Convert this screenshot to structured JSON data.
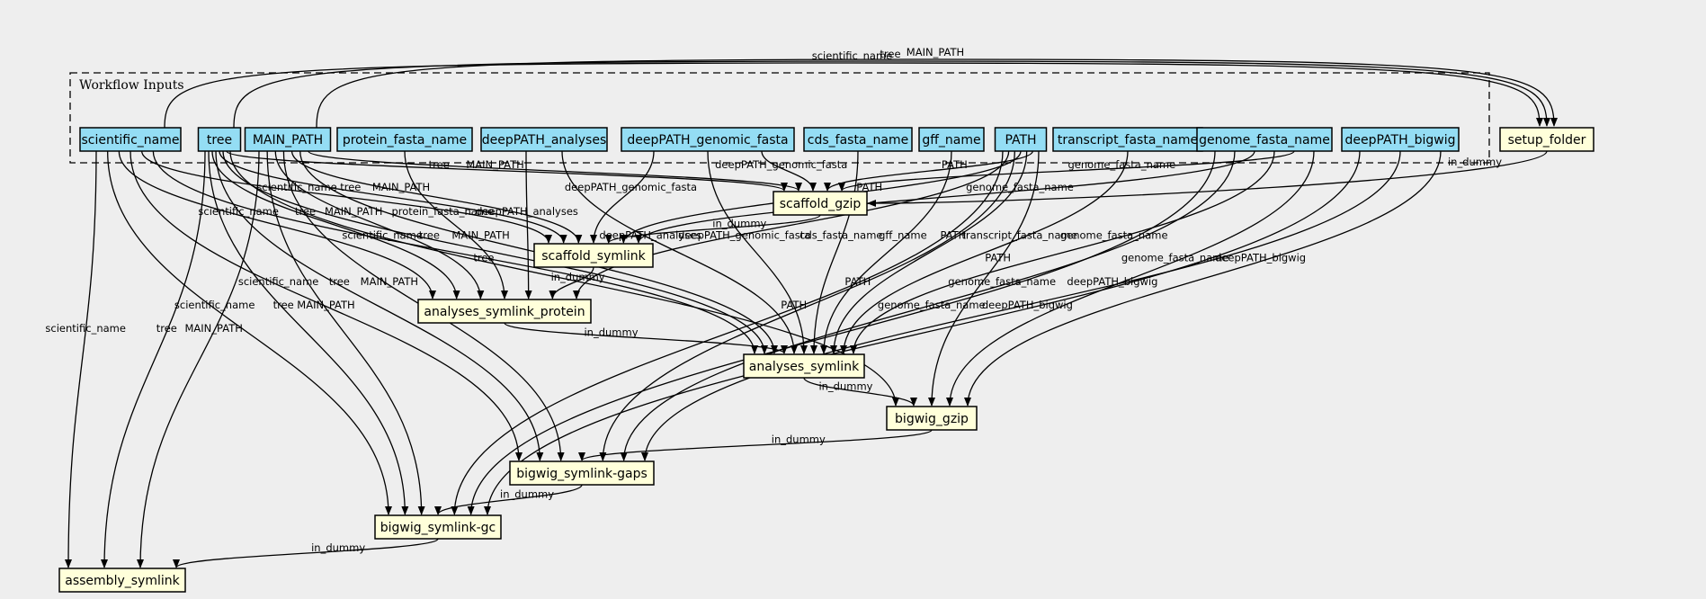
{
  "cluster": {
    "title": "Workflow Inputs"
  },
  "colors": {
    "input_fill": "#94ddf4",
    "step_fill": "#ffffda",
    "background": "#eeeeee",
    "stroke": "#000000"
  },
  "inputs": [
    {
      "id": "scientific_name",
      "label": "scientific_name"
    },
    {
      "id": "tree",
      "label": "tree"
    },
    {
      "id": "MAIN_PATH",
      "label": "MAIN_PATH"
    },
    {
      "id": "protein_fasta_name",
      "label": "protein_fasta_name"
    },
    {
      "id": "deepPATH_analyses",
      "label": "deepPATH_analyses"
    },
    {
      "id": "deepPATH_genomic_fasta",
      "label": "deepPATH_genomic_fasta"
    },
    {
      "id": "cds_fasta_name",
      "label": "cds_fasta_name"
    },
    {
      "id": "gff_name",
      "label": "gff_name"
    },
    {
      "id": "PATH",
      "label": "PATH"
    },
    {
      "id": "transcript_fasta_name",
      "label": "transcript_fasta_name"
    },
    {
      "id": "genome_fasta_name",
      "label": "genome_fasta_name"
    },
    {
      "id": "deepPATH_bigwig",
      "label": "deepPATH_bigwig"
    }
  ],
  "steps": [
    {
      "id": "setup_folder",
      "label": "setup_folder"
    },
    {
      "id": "scaffold_gzip",
      "label": "scaffold_gzip"
    },
    {
      "id": "scaffold_symlink",
      "label": "scaffold_symlink"
    },
    {
      "id": "analyses_symlink_protein",
      "label": "analyses_symlink_protein"
    },
    {
      "id": "analyses_symlink",
      "label": "analyses_symlink"
    },
    {
      "id": "bigwig_gzip",
      "label": "bigwig_gzip"
    },
    {
      "id": "bigwig_symlink-gaps",
      "label": "bigwig_symlink-gaps"
    },
    {
      "id": "bigwig_symlink-gc",
      "label": "bigwig_symlink-gc"
    },
    {
      "id": "assembly_symlink",
      "label": "assembly_symlink"
    }
  ],
  "edges": [
    {
      "from": "scientific_name",
      "to": "setup_folder",
      "label": "scientific_name"
    },
    {
      "from": "MAIN_PATH",
      "to": "setup_folder",
      "label": "MAIN_PATH"
    },
    {
      "from": "tree",
      "to": "setup_folder",
      "label": "tree"
    },
    {
      "from": "setup_folder",
      "to": "scaffold_gzip",
      "label": "in_dummy"
    },
    {
      "from": "tree",
      "to": "scaffold_gzip",
      "label": "tree"
    },
    {
      "from": "MAIN_PATH",
      "to": "scaffold_gzip",
      "label": "MAIN_PATH"
    },
    {
      "from": "deepPATH_genomic_fasta",
      "to": "scaffold_gzip",
      "label": "deepPATH_genomic_fasta"
    },
    {
      "from": "PATH",
      "to": "scaffold_gzip",
      "label": "PATH"
    },
    {
      "from": "genome_fasta_name",
      "to": "scaffold_gzip",
      "label": "genome_fasta_name"
    },
    {
      "from": "scaffold_gzip",
      "to": "scaffold_symlink",
      "label": "in_dummy"
    },
    {
      "from": "tree",
      "to": "scaffold_symlink",
      "label": "tree"
    },
    {
      "from": "scientific_name",
      "to": "scaffold_symlink",
      "label": "scientific_name"
    },
    {
      "from": "MAIN_PATH",
      "to": "scaffold_symlink",
      "label": "MAIN_PATH"
    },
    {
      "from": "deepPATH_genomic_fasta",
      "to": "scaffold_symlink",
      "label": "deepPATH_genomic_fasta"
    },
    {
      "from": "PATH",
      "to": "scaffold_symlink",
      "label": "PATH"
    },
    {
      "from": "genome_fasta_name",
      "to": "scaffold_symlink",
      "label": "genome_fasta_name"
    },
    {
      "from": "scaffold_symlink",
      "to": "analyses_symlink_protein",
      "label": "in_dummy"
    },
    {
      "from": "tree",
      "to": "analyses_symlink_protein",
      "label": "tree"
    },
    {
      "from": "scientific_name",
      "to": "analyses_symlink_protein",
      "label": "scientific_name"
    },
    {
      "from": "MAIN_PATH",
      "to": "analyses_symlink_protein",
      "label": "MAIN_PATH"
    },
    {
      "from": "protein_fasta_name",
      "to": "analyses_symlink_protein",
      "label": "protein_fasta_name"
    },
    {
      "from": "deepPATH_analyses",
      "to": "analyses_symlink_protein",
      "label": "deepPATH_analyses"
    },
    {
      "from": "PATH",
      "to": "analyses_symlink_protein",
      "label": "PATH"
    },
    {
      "from": "analyses_symlink_protein",
      "to": "analyses_symlink",
      "label": "in_dummy"
    },
    {
      "from": "tree",
      "to": "analyses_symlink",
      "label": "tree"
    },
    {
      "from": "scientific_name",
      "to": "analyses_symlink",
      "label": "scientific_name"
    },
    {
      "from": "MAIN_PATH",
      "to": "analyses_symlink",
      "label": "MAIN_PATH"
    },
    {
      "from": "deepPATH_analyses",
      "to": "analyses_symlink",
      "label": "deepPATH_analyses"
    },
    {
      "from": "deepPATH_genomic_fasta",
      "to": "analyses_symlink",
      "label": "deepPATH_genomic_fasta"
    },
    {
      "from": "cds_fasta_name",
      "to": "analyses_symlink",
      "label": "cds_fasta_name"
    },
    {
      "from": "gff_name",
      "to": "analyses_symlink",
      "label": "gff_name"
    },
    {
      "from": "PATH",
      "to": "analyses_symlink",
      "label": "PATH"
    },
    {
      "from": "transcript_fasta_name",
      "to": "analyses_symlink",
      "label": "transcript_fasta_name"
    },
    {
      "from": "genome_fasta_name",
      "to": "analyses_symlink",
      "label": "genome_fasta_name"
    },
    {
      "from": "analyses_symlink",
      "to": "bigwig_gzip",
      "label": "in_dummy"
    },
    {
      "from": "tree",
      "to": "bigwig_gzip",
      "label": "tree"
    },
    {
      "from": "PATH",
      "to": "bigwig_gzip",
      "label": "PATH"
    },
    {
      "from": "genome_fasta_name",
      "to": "bigwig_gzip",
      "label": "genome_fasta_name"
    },
    {
      "from": "deepPATH_bigwig",
      "to": "bigwig_gzip",
      "label": "deepPATH_bigwig"
    },
    {
      "from": "bigwig_gzip",
      "to": "bigwig_symlink-gaps",
      "label": "in_dummy"
    },
    {
      "from": "scientific_name",
      "to": "bigwig_symlink-gaps",
      "label": "scientific_name"
    },
    {
      "from": "tree",
      "to": "bigwig_symlink-gaps",
      "label": "tree"
    },
    {
      "from": "MAIN_PATH",
      "to": "bigwig_symlink-gaps",
      "label": "MAIN_PATH"
    },
    {
      "from": "PATH",
      "to": "bigwig_symlink-gaps",
      "label": "PATH"
    },
    {
      "from": "genome_fasta_name",
      "to": "bigwig_symlink-gaps",
      "label": "genome_fasta_name"
    },
    {
      "from": "deepPATH_bigwig",
      "to": "bigwig_symlink-gaps",
      "label": "deepPATH_bigwig"
    },
    {
      "from": "bigwig_symlink-gaps",
      "to": "bigwig_symlink-gc",
      "label": "in_dummy"
    },
    {
      "from": "scientific_name",
      "to": "bigwig_symlink-gc",
      "label": "scientific_name"
    },
    {
      "from": "tree",
      "to": "bigwig_symlink-gc",
      "label": "tree"
    },
    {
      "from": "MAIN_PATH",
      "to": "bigwig_symlink-gc",
      "label": "MAIN_PATH"
    },
    {
      "from": "PATH",
      "to": "bigwig_symlink-gc",
      "label": "PATH"
    },
    {
      "from": "genome_fasta_name",
      "to": "bigwig_symlink-gc",
      "label": "genome_fasta_name"
    },
    {
      "from": "deepPATH_bigwig",
      "to": "bigwig_symlink-gc",
      "label": "deepPATH_bigwig"
    },
    {
      "from": "bigwig_symlink-gc",
      "to": "assembly_symlink",
      "label": "in_dummy"
    },
    {
      "from": "scientific_name",
      "to": "assembly_symlink",
      "label": "scientific_name"
    },
    {
      "from": "tree",
      "to": "assembly_symlink",
      "label": "tree"
    },
    {
      "from": "MAIN_PATH",
      "to": "assembly_symlink",
      "label": "MAIN_PATH"
    }
  ]
}
